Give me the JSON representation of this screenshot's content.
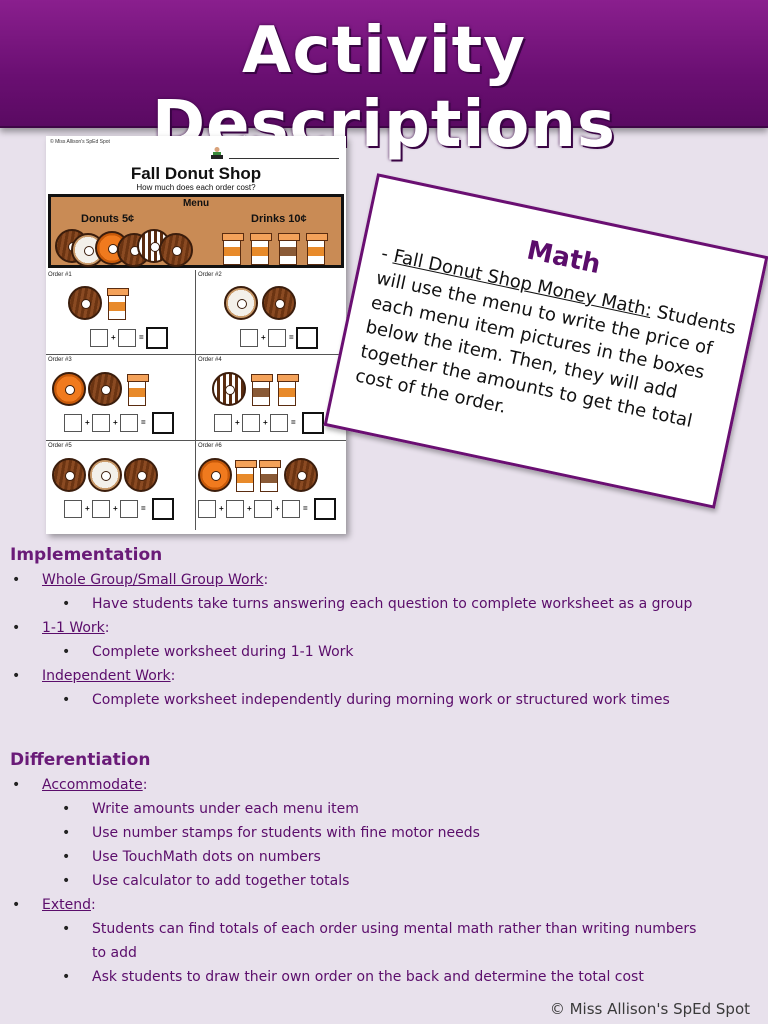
{
  "banner": {
    "title": "Activity Descriptions"
  },
  "worksheet": {
    "credit": "© Miss Allison's SpEd Spot",
    "title": "Fall Donut Shop",
    "subtitle": "How much does each order cost?",
    "menu_label": "Menu",
    "donuts_label": "Donuts 5¢",
    "drinks_label": "Drinks 10¢",
    "orders": [
      "Order #1",
      "Order #2",
      "Order #3",
      "Order #4",
      "Order #5",
      "Order #6"
    ]
  },
  "math_card": {
    "title": "Math",
    "activity_name": "Fall Donut Shop Money Math:",
    "description": "Students will use the menu to write the price of each menu item pictures in the boxes below the item. Then, they will add together the amounts to get the total cost of the order."
  },
  "implementation": {
    "heading": "Implementation",
    "items": [
      {
        "label": "Whole Group/Small Group Work",
        "sub": [
          "Have students take turns answering each question to complete worksheet as a group"
        ]
      },
      {
        "label": "1-1 Work",
        "sub": [
          "Complete worksheet during 1-1 Work"
        ]
      },
      {
        "label": "Independent Work",
        "sub": [
          "Complete worksheet independently during morning work or structured work times"
        ]
      }
    ]
  },
  "differentiation": {
    "heading": "Differentiation",
    "items": [
      {
        "label": "Accommodate",
        "sub": [
          "Write amounts under each menu item",
          "Use number stamps for students with fine motor needs",
          "Use TouchMath dots on numbers",
          "Use calculator to add together totals"
        ]
      },
      {
        "label": "Extend",
        "sub": [
          "Students can find totals of each order using mental math rather than writing numbers to add",
          "Ask students to draw their own order on the back and determine the total cost"
        ]
      }
    ]
  },
  "footer": {
    "copyright": "© Miss Allison's SpEd Spot"
  }
}
